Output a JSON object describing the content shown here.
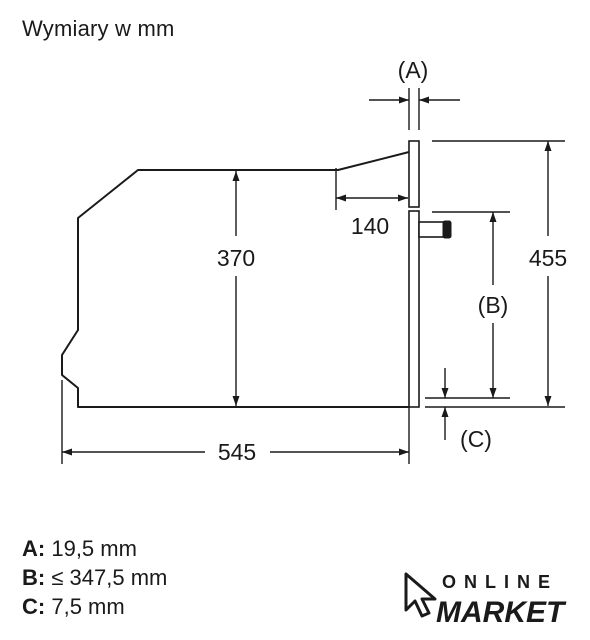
{
  "page": {
    "title": "Wymiary w mm"
  },
  "dimensions": {
    "a_label": "(A)",
    "b_label": "(B)",
    "c_label": "(C)",
    "depth_140": "140",
    "height_370": "370",
    "height_455": "455",
    "depth_545": "545"
  },
  "legend": [
    {
      "key": "A:",
      "value": "19,5 mm"
    },
    {
      "key": "B:",
      "value": "≤ 347,5 mm"
    },
    {
      "key": "C:",
      "value": "7,5 mm"
    }
  ],
  "brand": {
    "line1": "ONLINE",
    "line2": "MARKET"
  },
  "colors": {
    "ink": "#1a1a1a",
    "background": "#ffffff"
  }
}
